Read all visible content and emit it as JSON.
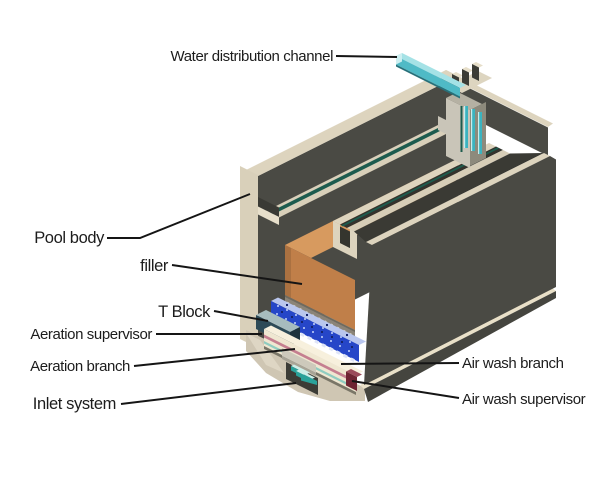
{
  "diagram": {
    "type": "isometric-cutaway-diagram",
    "background": "#ffffff",
    "labels": {
      "water_channel": "Water distribution channel",
      "pool_body": "Pool body",
      "filler": "filler",
      "t_block": "T Block",
      "aeration_supervisor": "Aeration supervisor",
      "aeration_branch": "Aeration branch",
      "inlet_system": "Inlet system",
      "air_wash_branch": "Air wash branch",
      "air_wash_supervisor": "Air wash supervisor"
    },
    "colors": {
      "wall_dark": "#4a4a44",
      "wall_rim_cream": "#ddd4be",
      "cut_face_cream": "#d9d0ba",
      "filler_orange": "#c07f49",
      "filler_top_orange": "#d79a5f",
      "floor_gray": "#8b8478",
      "aeration_layer_blue": "#2646c8",
      "pipe_slab_cream": "#efe7d1",
      "aeration_pipe_pink": "#c57f90",
      "air_wash_pipe_teal": "#8fccc0",
      "channel_cyan": "#4fbac6",
      "channel_cyan_light": "#a5e2e6",
      "inlet_pipe_teal": "#2aa29a",
      "air_wash_header_maroon": "#6e2433",
      "t_block_slate": "#2d4a57",
      "base_beige": "#cfc6b3",
      "water_green": "#1d5c4e",
      "leader_line": "#151515",
      "label_text": "#1c1c1c"
    }
  }
}
